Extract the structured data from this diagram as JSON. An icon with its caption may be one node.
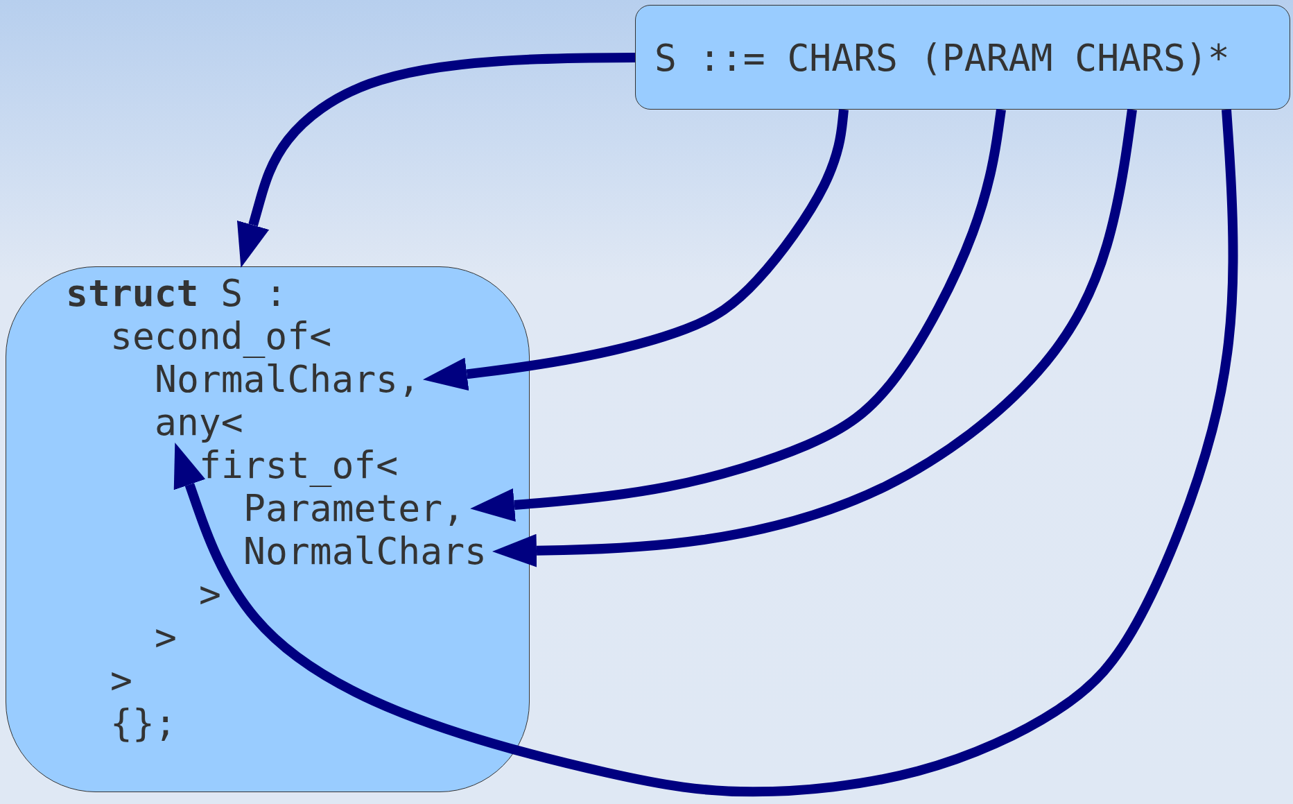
{
  "diagram": {
    "nodes": [
      {
        "text": [
          "S ::= CHARS (PARAM CHARS)*"
        ]
      },
      {
        "text": [],
        "shape": "box"
      },
      {
        "text": [
          "**struct** S :"
        ],
        "in": 1
      },
      {
        "text": [
          "second_of<"
        ],
        "in": 1
      },
      {
        "text": [
          "NormalChars,"
        ],
        "in": 1
      },
      {
        "text": [
          "any<"
        ],
        "in": 1
      },
      {
        "text": [
          "first_of<"
        ],
        "in": 1
      },
      {
        "text": [
          "Parameter,"
        ],
        "in": 1
      },
      {
        "text": [
          "NormalChars"
        ],
        "in": 1
      },
      {
        "text": [
          ">"
        ],
        "in": 1
      },
      {
        "text": [
          ">"
        ],
        "in": 1
      },
      {
        "text": [
          ">"
        ],
        "in": 1
      },
      {
        "text": [
          "{};"
        ],
        "in": 1
      }
    ],
    "edges": [
      {
        "from": 0,
        "to": 1,
        "arrow": "to"
      },
      {
        "from": 0,
        "to": 4,
        "arrow": "to"
      },
      {
        "from": 0,
        "to": 7,
        "arrow": "to"
      },
      {
        "from": 0,
        "to": 8,
        "arrow": "to"
      },
      {
        "from": 0,
        "to": 5,
        "arrow": "to"
      }
    ]
  }
}
